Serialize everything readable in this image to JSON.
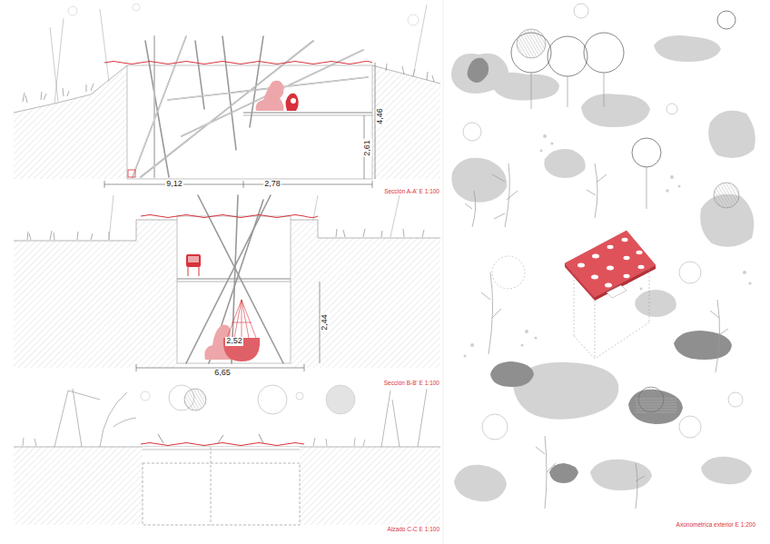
{
  "diagram": {
    "labels": [
      "4,46",
      "2,61",
      "9,12",
      "2,78",
      "Sección A-A' E 1:100",
      "2,44",
      "6,65",
      "2,52",
      "Sección B-B' E 1:100",
      "Alzado C-C E 1:100",
      "Axonométrica exterior E 1:200"
    ]
  }
}
